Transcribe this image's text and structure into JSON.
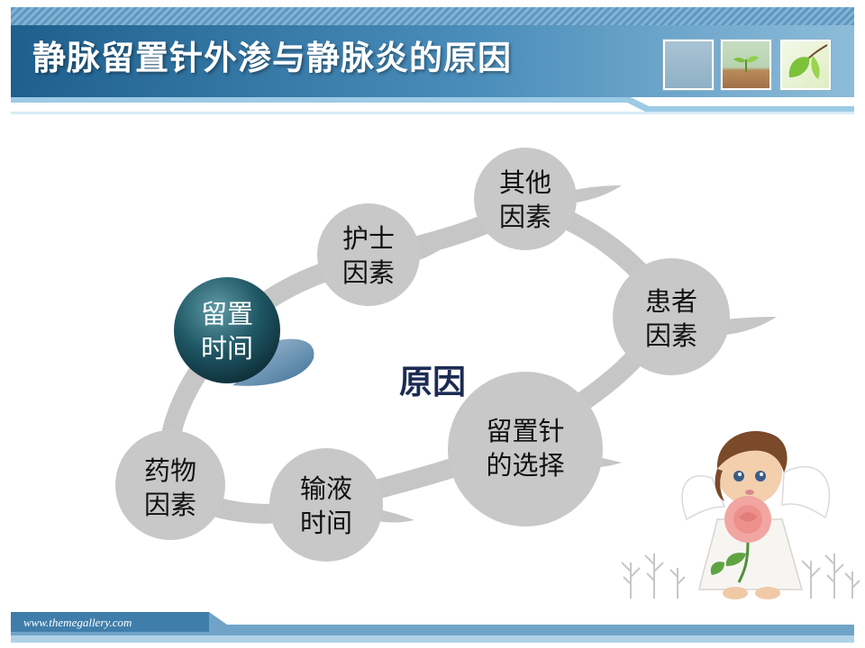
{
  "slide": {
    "title": "静脉留置针外渗与静脉炎的原因"
  },
  "diagram": {
    "center": "原因",
    "nodes": [
      {
        "id": "duration",
        "lines": [
          "留置",
          "时间"
        ],
        "highlighted": true
      },
      {
        "id": "nurse",
        "lines": [
          "护士",
          "因素"
        ],
        "highlighted": false
      },
      {
        "id": "other",
        "lines": [
          "其他",
          "因素"
        ],
        "highlighted": false
      },
      {
        "id": "patient",
        "lines": [
          "患者",
          "因素"
        ],
        "highlighted": false
      },
      {
        "id": "catheter",
        "lines": [
          "留置针",
          "的选择"
        ],
        "highlighted": false
      },
      {
        "id": "infusion",
        "lines": [
          "输液",
          "时间"
        ],
        "highlighted": false
      },
      {
        "id": "drug",
        "lines": [
          "药物",
          "因素"
        ],
        "highlighted": false
      }
    ]
  },
  "footer": {
    "url": "www.themegallery.com"
  },
  "colors": {
    "header_blue": "#2d6f9d",
    "header_light": "#7fb2d3",
    "node_gray": "#c8c8c8",
    "highlight_teal": "#1f4f5c",
    "center_text": "#1b2b53"
  },
  "icons": [
    "sprout-thumbnail",
    "leaf-thumbnail",
    "angel-illustration"
  ]
}
